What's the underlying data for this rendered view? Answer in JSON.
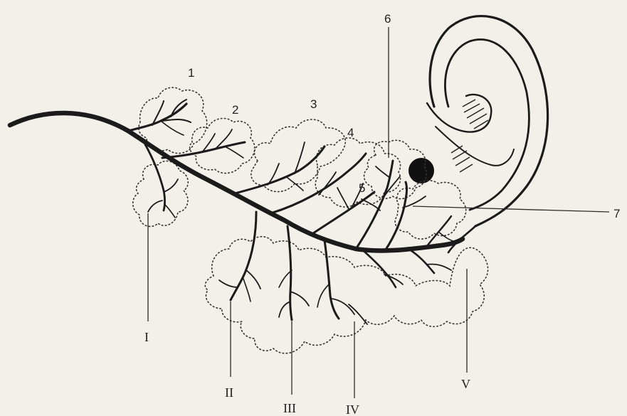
{
  "figure": {
    "territory_labels": [
      "1",
      "2",
      "3",
      "4",
      "5",
      "6",
      "7"
    ],
    "branch_labels": [
      "I",
      "II",
      "III",
      "IV",
      "V"
    ]
  }
}
